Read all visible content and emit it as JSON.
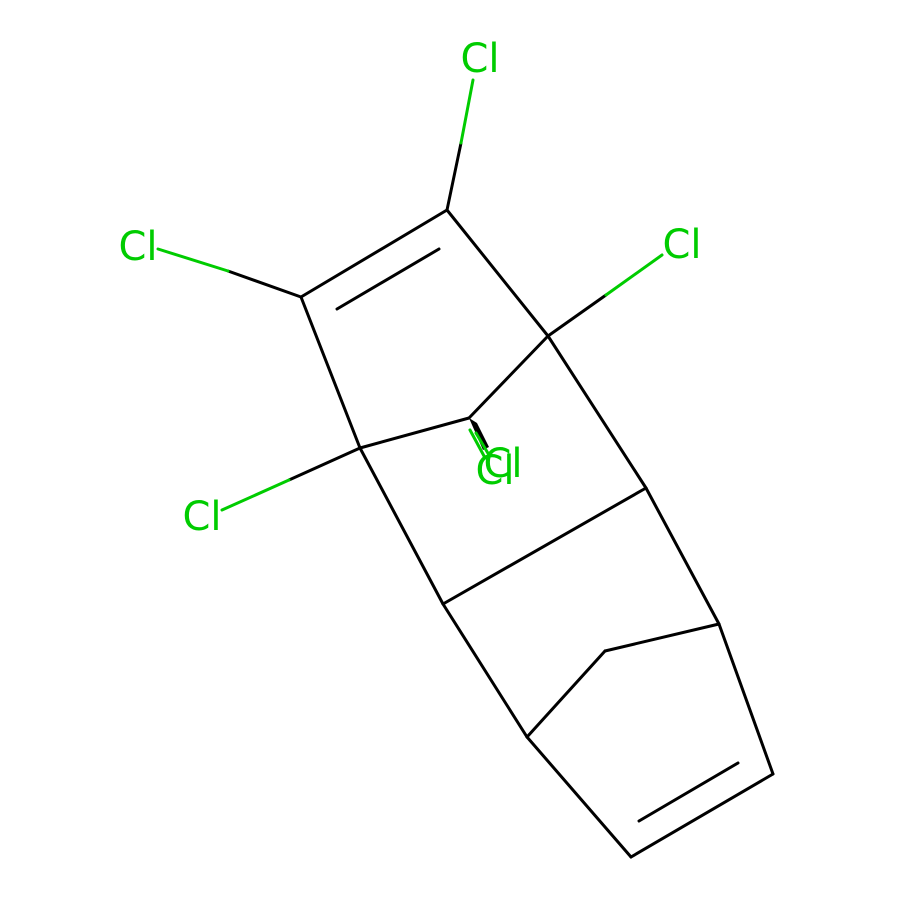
{
  "molecule": {
    "atom_labels": [
      "Cl",
      "Cl",
      "Cl",
      "Cl",
      "Cl",
      "Cl"
    ]
  },
  "colors": {
    "bond": "#000000",
    "chlorine": "#00CC00",
    "background": "#FFFFFF"
  }
}
